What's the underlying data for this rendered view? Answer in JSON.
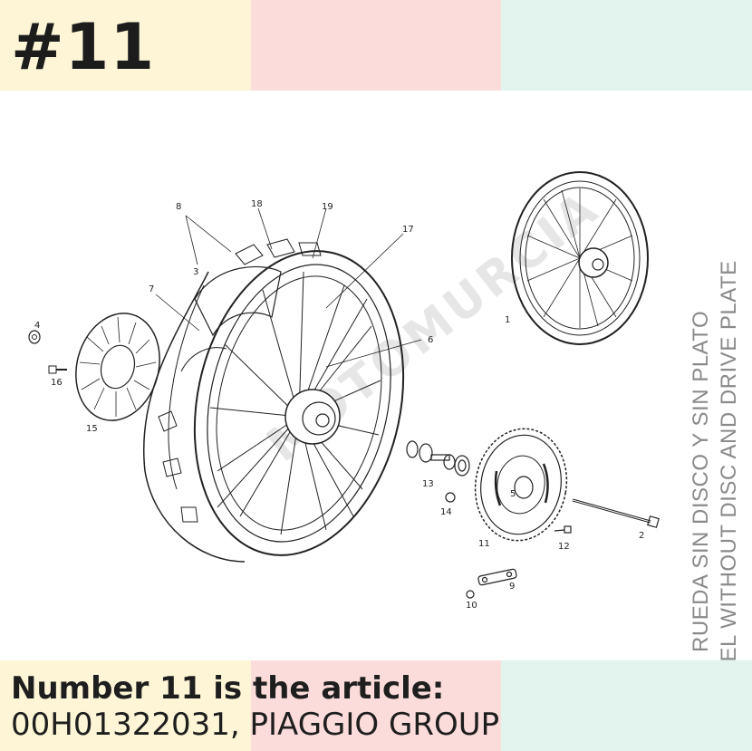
{
  "header": {
    "part_tag": "#11"
  },
  "caption": {
    "line1": "Number 11 is the article:",
    "line2": "00H01322031, PIAGGIO GROUP"
  },
  "diagram": {
    "title_es": "RUEDA SIN DISCO Y SIN PLATO",
    "title_en": "WHEEL WITHOUT DISC AND DRIVE PLATE",
    "watermark": "MOTOMURCIA",
    "callouts": [
      "1",
      "2",
      "3",
      "4",
      "5",
      "6",
      "7",
      "8",
      "9",
      "10",
      "11",
      "12",
      "13",
      "14",
      "15",
      "16",
      "17",
      "18",
      "19"
    ]
  },
  "colors": {
    "band_yellow": "#fdf5d6",
    "band_pink": "#fbdcdb",
    "band_mint": "#e3f4ee",
    "ink": "#1c1c1c",
    "side_text": "#8a8a8a"
  },
  "icons": [
    "rear-wheel-icon",
    "spare-wheel-icon",
    "brake-disc-icon",
    "sprocket-icon",
    "chain-link-icon",
    "axle-bolt-icon"
  ]
}
